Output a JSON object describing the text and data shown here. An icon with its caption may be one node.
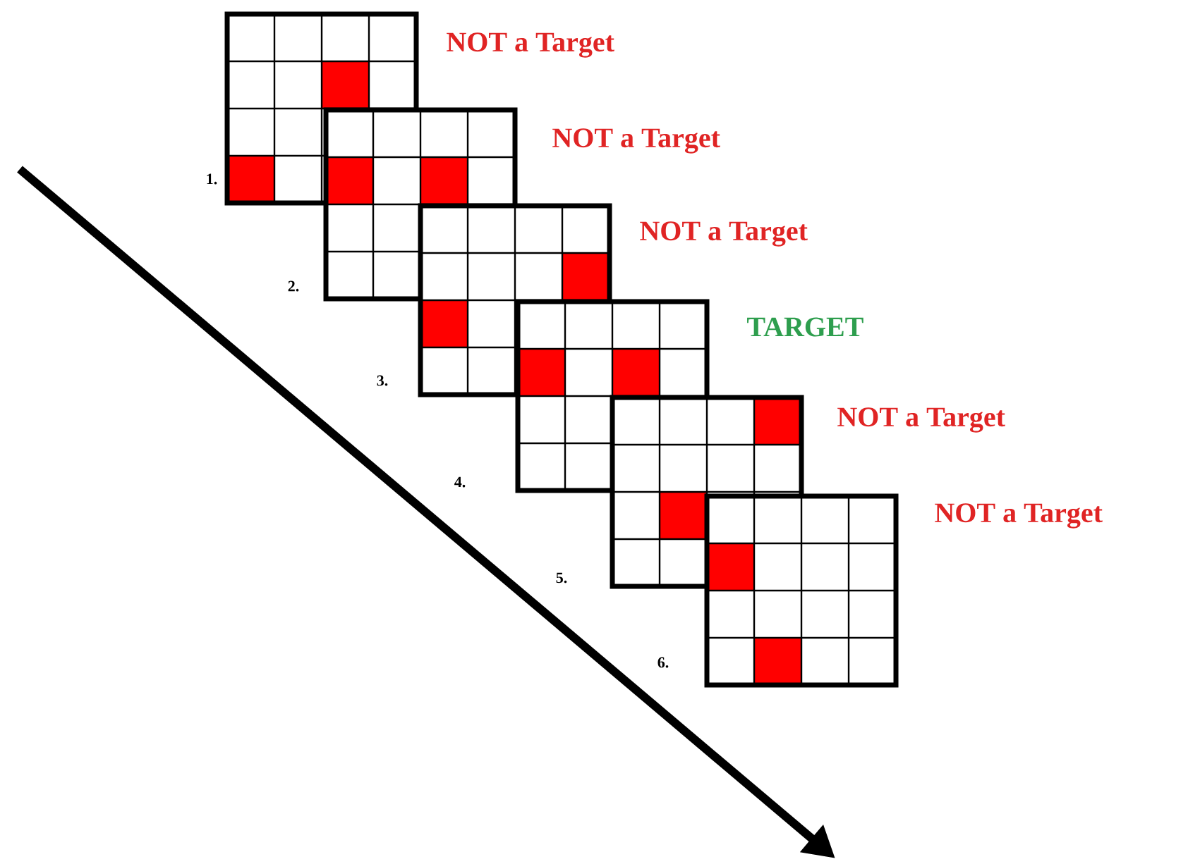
{
  "diagram": {
    "nodes": [
      {
        "text": [],
        "shape": "box",
        "beside": [
          "1.",
          "NOT a Target"
        ]
      },
      {
        "text": [],
        "shape": "box",
        "beside": [
          "2.",
          "NOT a Target"
        ]
      },
      {
        "text": [],
        "shape": "box",
        "beside": [
          "3.",
          "NOT a Target"
        ]
      },
      {
        "text": [],
        "shape": "box",
        "beside": [
          "4.",
          "TARGET"
        ]
      },
      {
        "text": [],
        "shape": "box",
        "beside": [
          "5.",
          "NOT a Target"
        ]
      },
      {
        "text": [],
        "shape": "box",
        "beside": [
          "6.",
          "NOT a Target"
        ]
      }
    ]
  }
}
